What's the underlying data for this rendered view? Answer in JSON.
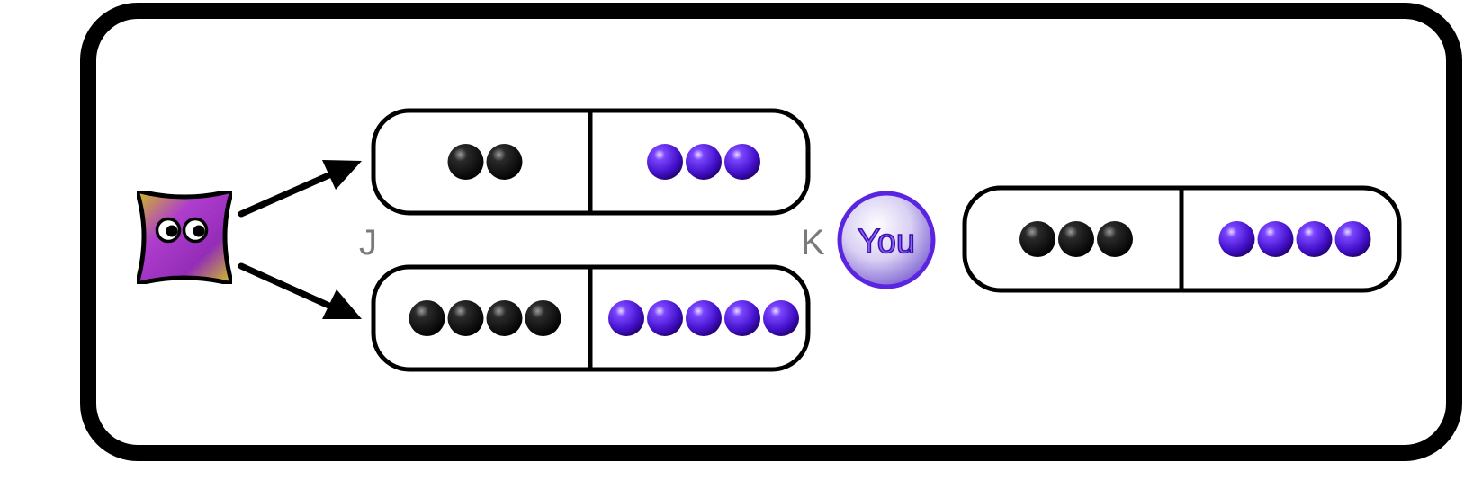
{
  "labels": {
    "option_j": "J",
    "option_k": "K",
    "you": "You"
  },
  "colors": {
    "black_ball": "#000000",
    "purple_ball": "#4b10d8",
    "frame": "#000000"
  },
  "icons": {
    "creature": "creature-icon",
    "arrow": "arrow-icon",
    "you_badge": "you-badge-icon"
  },
  "options": [
    {
      "id": "J",
      "black_count": 2,
      "purple_count": 3
    },
    {
      "id": "J",
      "black_count": 4,
      "purple_count": 5
    }
  ],
  "you_option": {
    "id": "K",
    "black_count": 3,
    "purple_count": 4
  }
}
